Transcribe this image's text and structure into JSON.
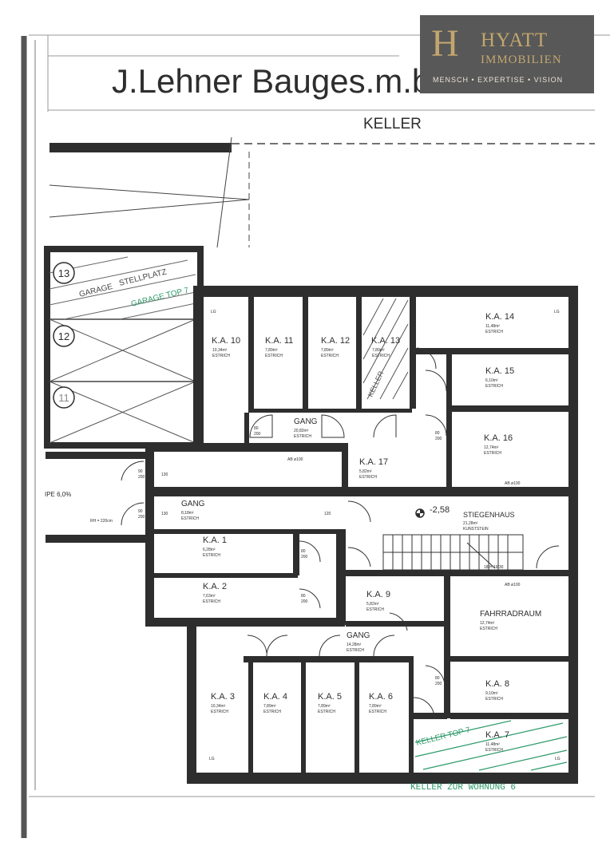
{
  "header": {
    "title": "J.Lehner Bauges.m.b.H",
    "subtitle": "KELLER"
  },
  "logo": {
    "mark": "H",
    "brand": "HYATT",
    "sub": "IMMOBILIEN",
    "tagline": "MENSCH • EXPERTISE • VISION"
  },
  "garage": {
    "spot_13": "13",
    "spot_12": "12",
    "spot_11": "11",
    "note_1": "STELLPLATZ",
    "note_2": "GARAGE",
    "note_3": "GARAGE TOP 7"
  },
  "rooms": {
    "ka10": {
      "name": "K.A. 10",
      "area": "10,34m²",
      "floor": "ESTRICH"
    },
    "ka11": {
      "name": "K.A. 11",
      "area": "7,89m²",
      "floor": "ESTRICH"
    },
    "ka12": {
      "name": "K.A. 12",
      "area": "7,89m²",
      "floor": "ESTRICH"
    },
    "ka13": {
      "name": "K.A. 13",
      "area": "7,89m²",
      "floor": "ESTRICH",
      "note": "KELLER"
    },
    "ka14": {
      "name": "K.A. 14",
      "area": "11,48m²",
      "floor": "ESTRICH"
    },
    "ka15": {
      "name": "K.A. 15",
      "area": "6,10m²",
      "floor": "ESTRICH"
    },
    "ka16": {
      "name": "K.A. 16",
      "area": "12,74m²",
      "floor": "ESTRICH",
      "note": "AB ø100"
    },
    "ka17": {
      "name": "K.A. 17",
      "area": "5,82m²",
      "floor": "ESTRICH"
    },
    "gang_top": {
      "name": "GANG",
      "area": "20,82m²",
      "floor": "ESTRICH",
      "note": "AB ø100"
    },
    "gang_mid": {
      "name": "GANG",
      "area": "8,18m²",
      "floor": "ESTRICH"
    },
    "stiegenhaus": {
      "name": "STIEGENHAUS",
      "area": "21,28m²",
      "floor": "KUNSTSTEIN",
      "level": "-2,58",
      "note": "AB ø100"
    },
    "ka1": {
      "name": "K.A. 1",
      "area": "6,28m²",
      "floor": "ESTRICH"
    },
    "ka2": {
      "name": "K.A. 2",
      "area": "7,63m²",
      "floor": "ESTRICH"
    },
    "ka9": {
      "name": "K.A. 9",
      "area": "5,82m²",
      "floor": "ESTRICH"
    },
    "fahrradraum": {
      "name": "FAHRRADRAUM",
      "area": "12,74m²",
      "floor": "ESTRICH"
    },
    "gang_low": {
      "name": "GANG",
      "area": "14,28m²",
      "floor": "ESTRICH"
    },
    "ka3": {
      "name": "K.A. 3",
      "area": "10,34m²",
      "floor": "ESTRICH"
    },
    "ka4": {
      "name": "K.A. 4",
      "area": "7,89m²",
      "floor": "ESTRICH"
    },
    "ka5": {
      "name": "K.A. 5",
      "area": "7,89m²",
      "floor": "ESTRICH"
    },
    "ka6": {
      "name": "K.A. 6",
      "area": "7,89m²",
      "floor": "ESTRICH"
    },
    "ka8": {
      "name": "K.A. 8",
      "area": "9,10m²",
      "floor": "ESTRICH"
    },
    "ka7": {
      "name": "K.A. 7",
      "area": "11,48m²",
      "floor": "ESTRICH",
      "note": "KELLER TOP 7"
    }
  },
  "annotations": {
    "ipe": "IPE 6,0%",
    "rh": "RH = 220cm",
    "door_w": "90",
    "door_h": "200",
    "door_80": "80",
    "opening_130": "130",
    "opening_120": "120",
    "stair": "18 H 16/30",
    "lg": "LG",
    "green_bottom": "KELLER ZUR WOHNUNG 6"
  },
  "colors": {
    "wall": "#2e2e2e",
    "hatch_green": "#2f9a6a",
    "logo_bg": "#585858",
    "logo_gold": "#c2a66e"
  }
}
